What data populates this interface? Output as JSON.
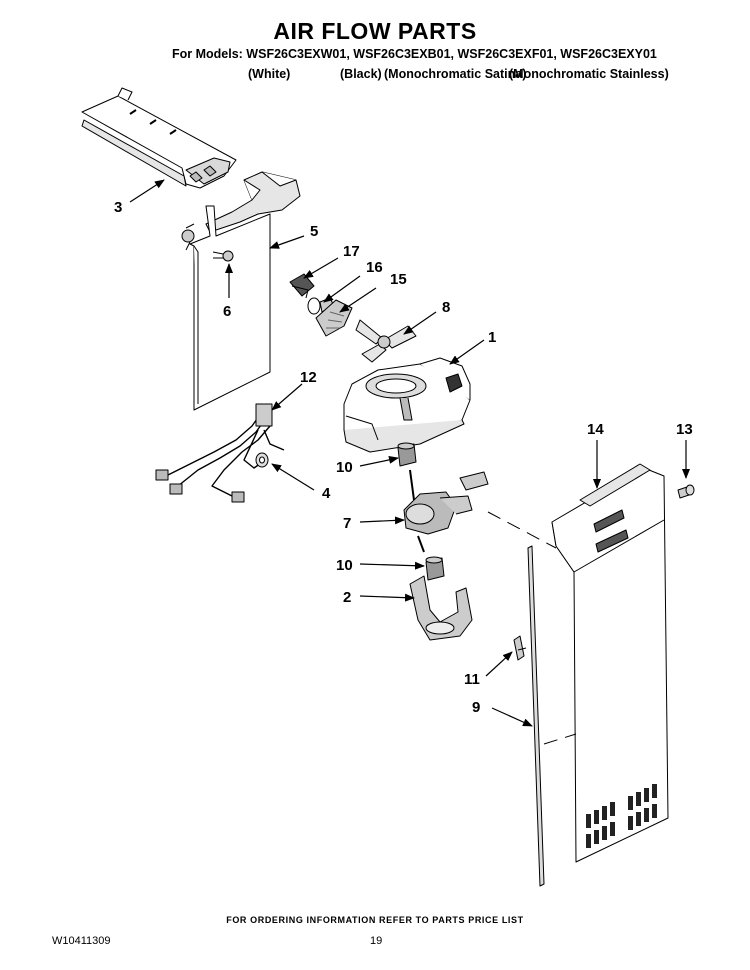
{
  "header": {
    "title": "AIR FLOW PARTS",
    "models_line": "For Models: WSF26C3EXW01, WSF26C3EXB01, WSF26C3EXF01, WSF26C3EXY01",
    "variants": [
      "(White)",
      "(Black)",
      "(Monochromatic Satina)",
      "(Monochromatic Stainless)"
    ]
  },
  "callouts": [
    "3",
    "5",
    "6",
    "17",
    "16",
    "15",
    "8",
    "1",
    "12",
    "10",
    "4",
    "7",
    "10",
    "2",
    "14",
    "13",
    "11",
    "9"
  ],
  "footer": {
    "ordering_note": "FOR ORDERING INFORMATION REFER TO PARTS PRICE LIST",
    "doc_number": "W10411309",
    "page_number": "19"
  }
}
